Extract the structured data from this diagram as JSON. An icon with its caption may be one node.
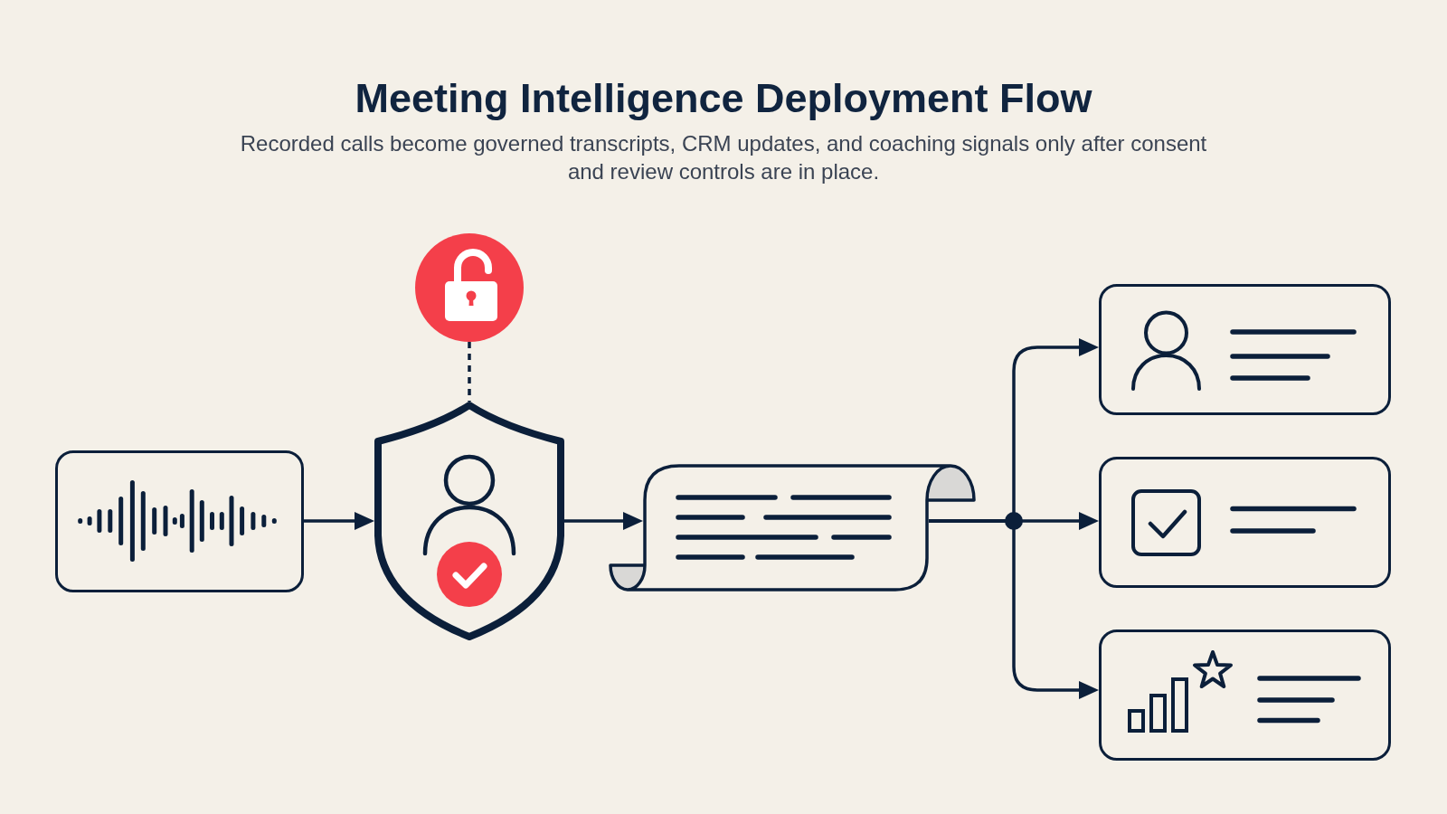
{
  "diagram": {
    "title": "Meeting Intelligence Deployment Flow",
    "caption": "Recorded calls become governed transcripts, CRM updates, and coaching signals only after consent and review controls are in place.",
    "nodes": [
      {
        "text": [],
        "shape": "box"
      },
      {
        "text": [],
        "shape": "circle"
      },
      {
        "text": [],
        "shape": "shield"
      },
      {
        "text": [],
        "shape": "scroll"
      },
      {
        "text": [],
        "shape": "box"
      },
      {
        "text": [],
        "shape": "box"
      },
      {
        "text": [],
        "shape": "box"
      }
    ],
    "edges": [
      {
        "from": 0,
        "to": 2,
        "arrow": "to"
      },
      {
        "from": 1,
        "to": 2,
        "arrow": "none",
        "style": "dashed"
      },
      {
        "from": 2,
        "to": 3,
        "arrow": "to"
      },
      {
        "from": 3,
        "to": 4,
        "arrow": "to"
      },
      {
        "from": 3,
        "to": 5,
        "arrow": "to"
      },
      {
        "from": 3,
        "to": 6,
        "arrow": "to"
      }
    ]
  }
}
